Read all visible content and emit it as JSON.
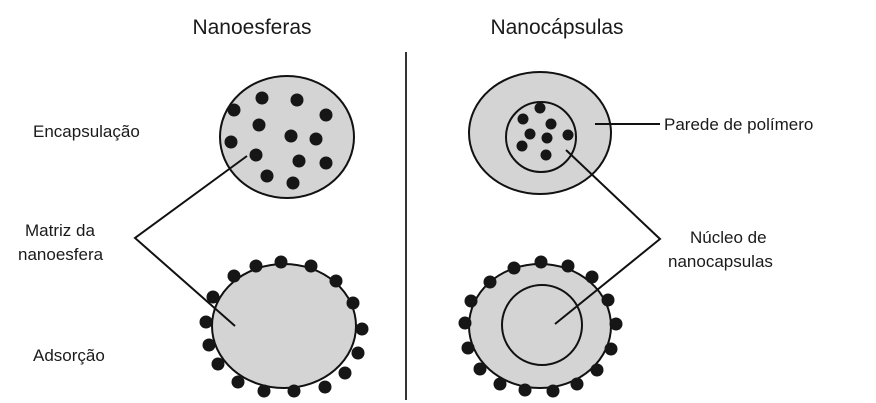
{
  "left": {
    "title": "Nanoesferas",
    "encapsulation_label": "Encapsulação",
    "matrix_label_line1": "Matriz da",
    "matrix_label_line2": "nanoesfera",
    "adsorption_label": "Adsorção"
  },
  "right": {
    "title": "Nanocápsulas",
    "wall_label": "Parede de polímero",
    "core_label_line1": "Núcleo de",
    "core_label_line2": "nanocapsulas"
  },
  "colors": {
    "particle_fill": "#d4d4d4",
    "outline": "#111111",
    "dot": "#161616",
    "divider": "#333333"
  }
}
